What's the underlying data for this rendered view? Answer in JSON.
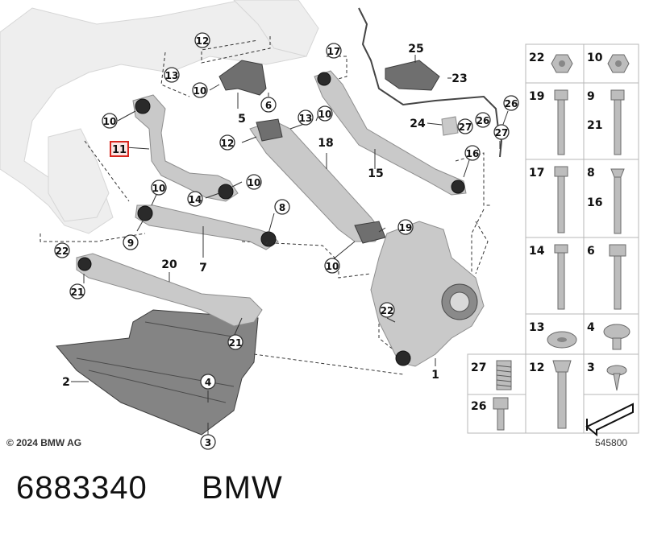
{
  "footer": {
    "part_number": "6883340",
    "brand": "BMW"
  },
  "copyright": "© 2024 BMW AG",
  "diagram_id": "545800",
  "highlight_color": "#d9251d",
  "callouts": [
    "1",
    "2",
    "3",
    "4",
    "5",
    "6",
    "7",
    "8",
    "9",
    "10",
    "11",
    "12",
    "13",
    "14",
    "15",
    "16",
    "17",
    "18",
    "19",
    "20",
    "21",
    "22",
    "23",
    "24",
    "25",
    "26",
    "27"
  ],
  "hardware_tiles": [
    {
      "labels": [
        "22"
      ]
    },
    {
      "labels": [
        "10"
      ]
    },
    {
      "labels": [
        "19"
      ]
    },
    {
      "labels": [
        "9",
        "21"
      ]
    },
    {
      "labels": [
        "17"
      ]
    },
    {
      "labels": [
        "8",
        "16"
      ]
    },
    {
      "labels": [
        "14"
      ]
    },
    {
      "labels": [
        "6"
      ]
    },
    {
      "labels": [
        "13"
      ]
    },
    {
      "labels": [
        "4"
      ]
    },
    {
      "labels": [
        "12"
      ]
    },
    {
      "labels": [
        "3"
      ]
    },
    {
      "labels": [
        "27"
      ]
    },
    {
      "labels": [
        "26"
      ]
    }
  ],
  "highlighted_part": "11"
}
